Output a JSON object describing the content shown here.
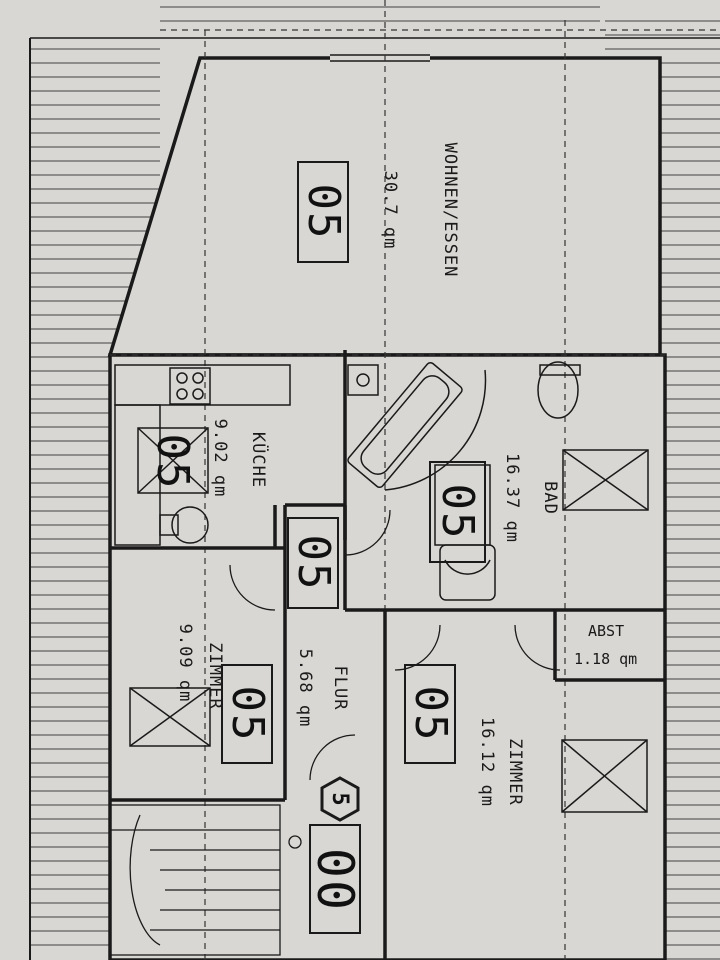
{
  "plan": {
    "rooms": [
      {
        "id": "wohnen",
        "name": "WOHNEN/ESSEN",
        "area": "30.7 qm",
        "code": "05"
      },
      {
        "id": "kueche",
        "name": "KÜCHE",
        "area": "9.02 qm",
        "code": "05"
      },
      {
        "id": "bad",
        "name": "BAD",
        "area": "16.37 qm",
        "code": "05"
      },
      {
        "id": "flur",
        "name": "FLUR",
        "area": "5.68 qm",
        "code": "05"
      },
      {
        "id": "zimmer-left",
        "name": "ZIMMER",
        "area": "9.09 qm",
        "code": "05"
      },
      {
        "id": "zimmer-right",
        "name": "ZIMMER",
        "area": "16.12 qm",
        "code": "05"
      },
      {
        "id": "abst",
        "name": "ABST",
        "area": "1.18 qm"
      }
    ],
    "stair_code": "00",
    "floor_marker": "5"
  }
}
